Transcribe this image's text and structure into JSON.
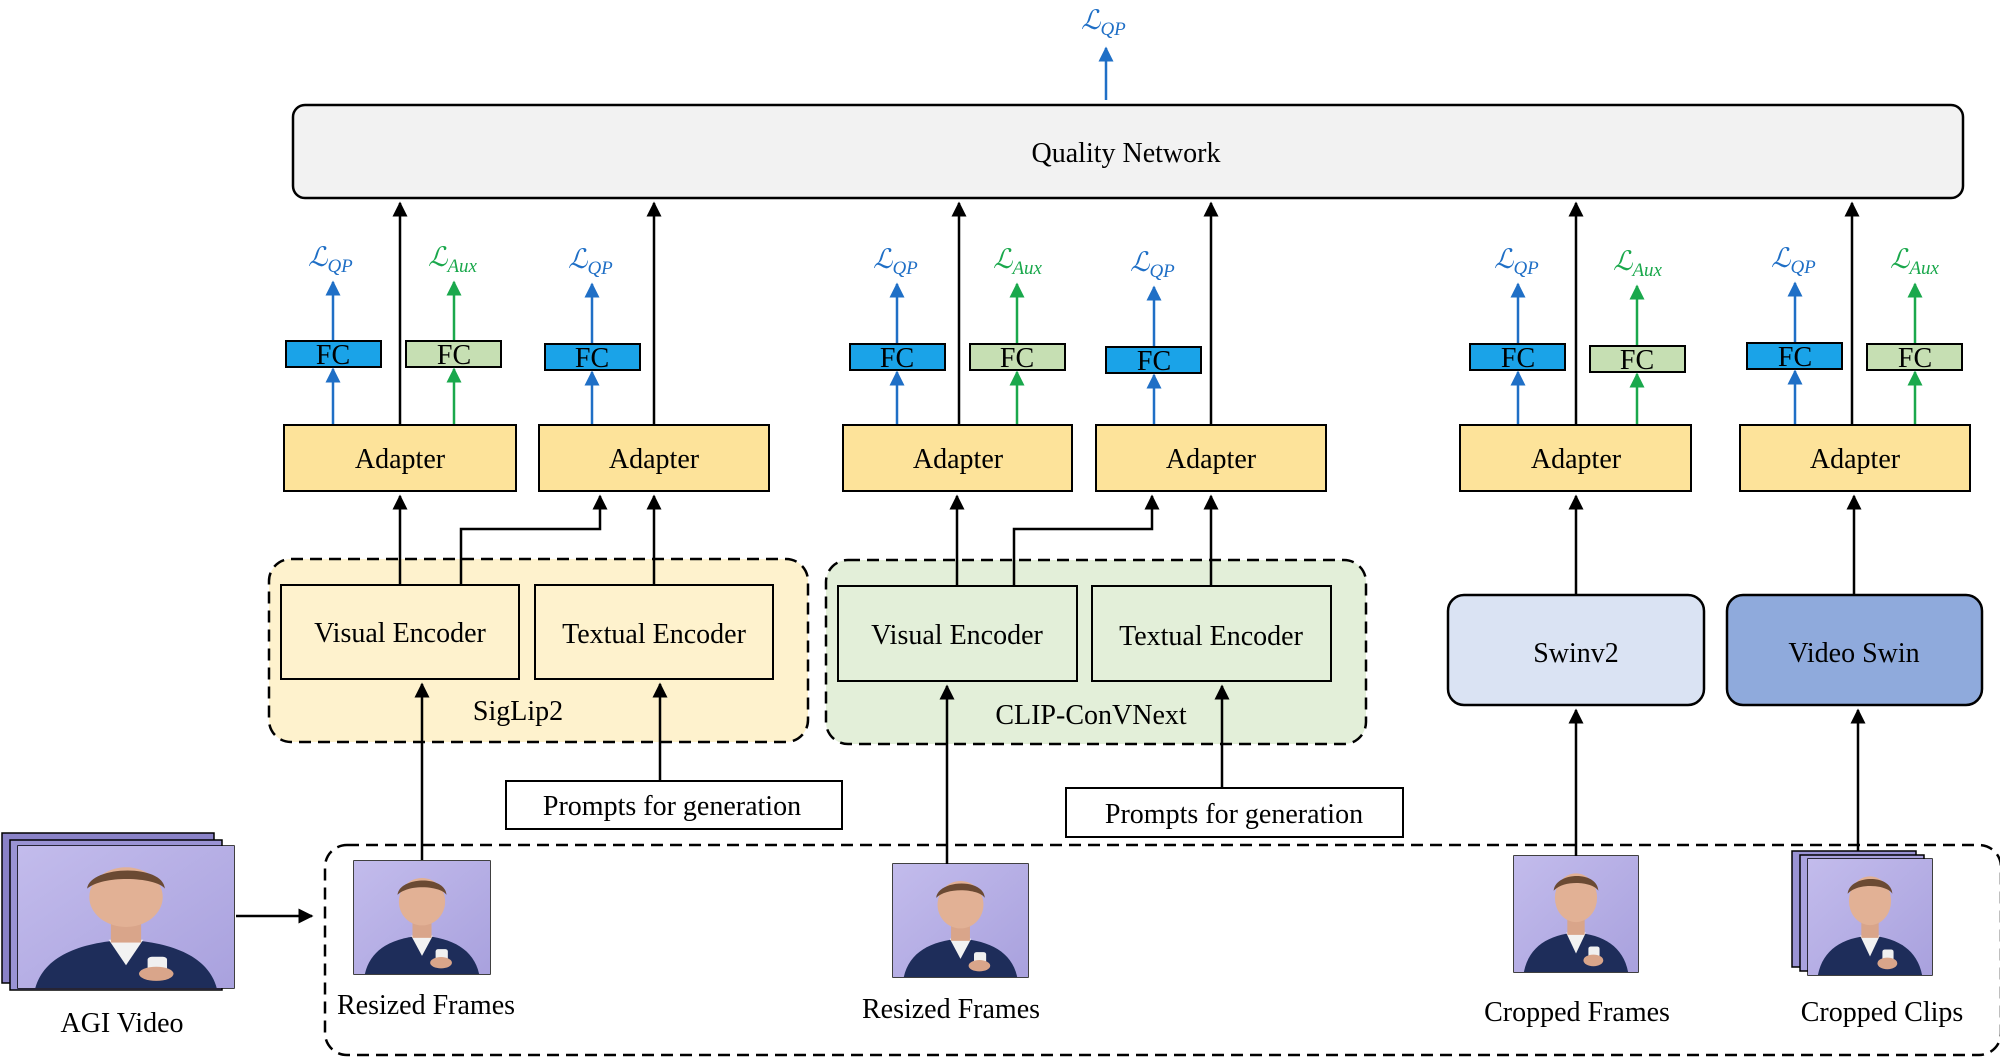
{
  "quality_network": {
    "label": "Quality Network"
  },
  "losses": {
    "qp_main": "QP",
    "qp": "QP",
    "aux": "Aux",
    "script_l": "ℒ"
  },
  "fc": {
    "label": "FC"
  },
  "adapter": {
    "label": "Adapter"
  },
  "siglip": {
    "group": "SigLip2",
    "visual": "Visual Encoder",
    "textual": "Textual Encoder"
  },
  "clip": {
    "group": "CLIP-ConVNext",
    "visual": "Visual Encoder",
    "textual": "Textual Encoder"
  },
  "swinv2": {
    "label": "Swinv2"
  },
  "video_swin": {
    "label": "Video Swin"
  },
  "prompts": {
    "left": "Prompts for generation",
    "right": "Prompts for generation"
  },
  "inputs": {
    "agi_video": "AGI Video",
    "resized_1": "Resized Frames",
    "resized_2": "Resized Frames",
    "cropped_frames": "Cropped Frames",
    "cropped_clips": "Cropped Clips"
  },
  "colors": {
    "qp": "#1f6fc6",
    "aux": "#1aa84c",
    "fc_blue": "#1aa3e8",
    "fc_green": "#c6dfb3",
    "adapter": "#fde39a",
    "siglip_bg": "#fef2cd",
    "clip_bg": "#e3efd9",
    "swinv2": "#dae3f3",
    "video_swin": "#8faadc",
    "quality_bg": "#f2f2f2"
  }
}
